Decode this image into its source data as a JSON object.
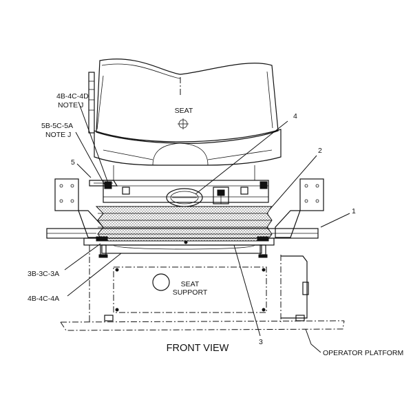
{
  "diagram": {
    "view_title": "FRONT VIEW",
    "labels": {
      "seat": "SEAT",
      "seat_support_line1": "SEAT",
      "seat_support_line2": "SUPPORT",
      "operator_platform": "OPERATOR PLATFORM"
    },
    "callouts": {
      "ref_4d_line1": "4B-4C-4D",
      "ref_4d_line2": "NOTE J",
      "ref_5a_line1": "5B-5C-5A",
      "ref_5a_line2": "NOTE J",
      "ref_3a": "3B-3C-3A",
      "ref_4a": "4B-4C-4A",
      "item_1": "1",
      "item_2": "2",
      "item_3": "3",
      "item_4": "4",
      "item_5": "5"
    }
  }
}
